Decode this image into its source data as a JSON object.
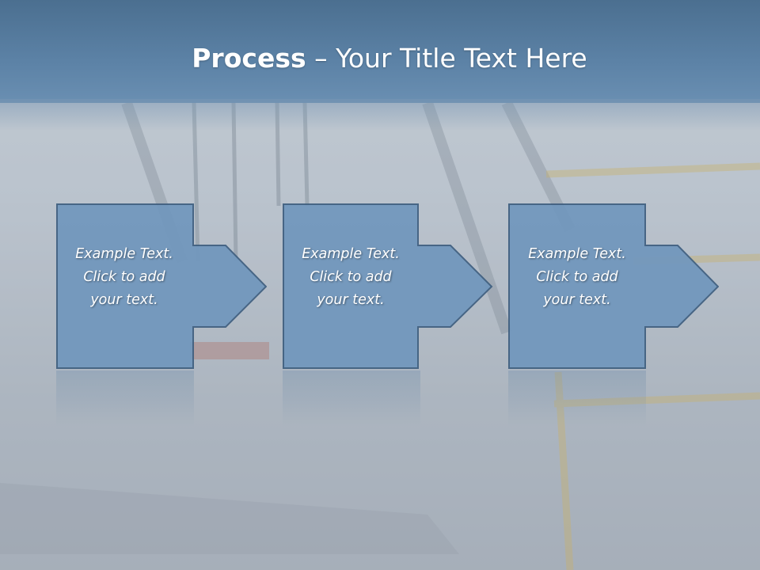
{
  "header": {
    "title_bold": "Process",
    "title_rest": " – Your Title Text Here"
  },
  "steps": [
    {
      "text": "Example Text.\nClick  to add\nyour text."
    },
    {
      "text": "Example Text.\nClick  to add\nyour text."
    },
    {
      "text": "Example Text.\nClick  to add\nyour text."
    }
  ],
  "colors": {
    "header": "#5c82a6",
    "box_fill": "#7197bd",
    "box_stroke": "#3f5f80",
    "text": "#ffffff"
  }
}
